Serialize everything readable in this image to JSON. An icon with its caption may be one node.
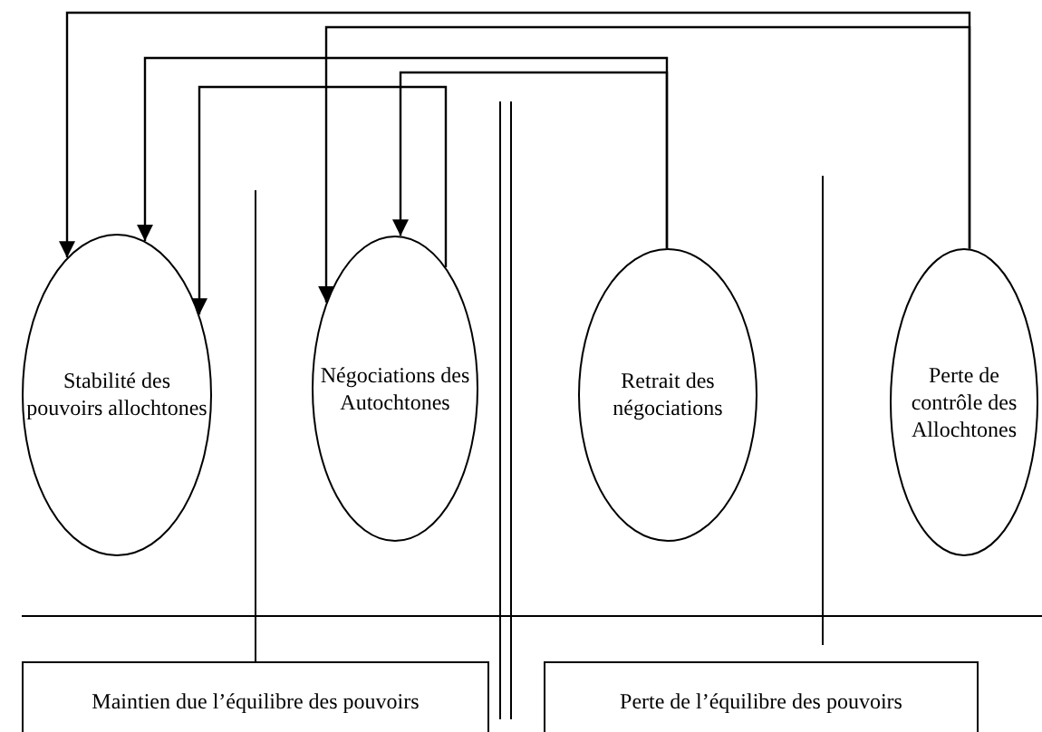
{
  "diagram": {
    "nodes": [
      {
        "text": [
          "Stabilité des pouvoirs allochtones"
        ]
      },
      {
        "text": [
          "Négociations des Autochtones"
        ]
      },
      {
        "text": [
          "Retrait des négociations"
        ]
      },
      {
        "text": [
          "Perte de contrôle des Allochtones"
        ]
      },
      {
        "text": [
          "Maintien due l’équilibre des pouvoirs"
        ]
      },
      {
        "text": [
          "Perte de l’équilibre des pouvoirs"
        ]
      }
    ],
    "edges": [
      {
        "from": 3,
        "to": 0,
        "arrow": "to"
      },
      {
        "from": 3,
        "to": 1,
        "arrow": "to"
      },
      {
        "from": 2,
        "to": 0,
        "arrow": "to"
      },
      {
        "from": 2,
        "to": 1,
        "arrow": "to"
      },
      {
        "from": 1,
        "to": 0,
        "arrow": "to"
      }
    ]
  }
}
